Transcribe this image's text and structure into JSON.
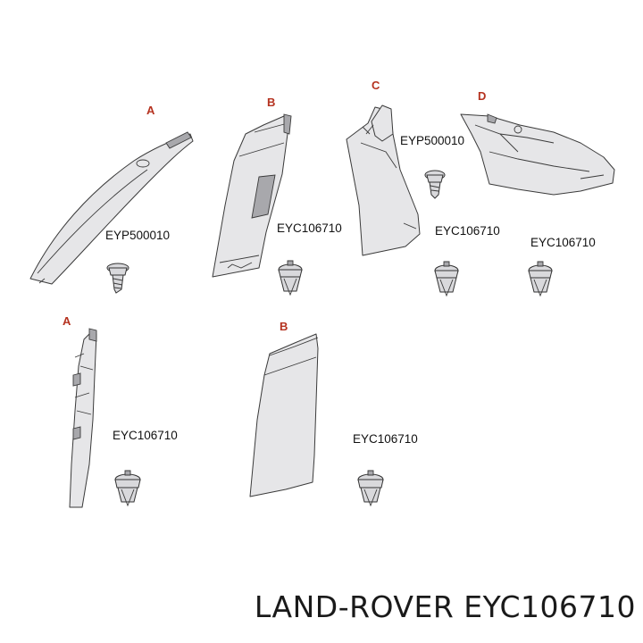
{
  "labels": {
    "top_a": "A",
    "top_b": "B",
    "top_c": "C",
    "top_d": "D",
    "bottom_a": "A",
    "bottom_b": "B"
  },
  "part_numbers": {
    "a_top": "EYP500010",
    "b_top": "EYC106710",
    "c_upper": "EYP500010",
    "c_lower": "EYC106710",
    "d_top": "EYC106710",
    "a_bottom": "EYC106710",
    "b_bottom": "EYC106710"
  },
  "caption": "LAND-ROVER EYC106710",
  "colors": {
    "letter_color": "#b5321f",
    "part_fill": "#e6e6e8"
  }
}
